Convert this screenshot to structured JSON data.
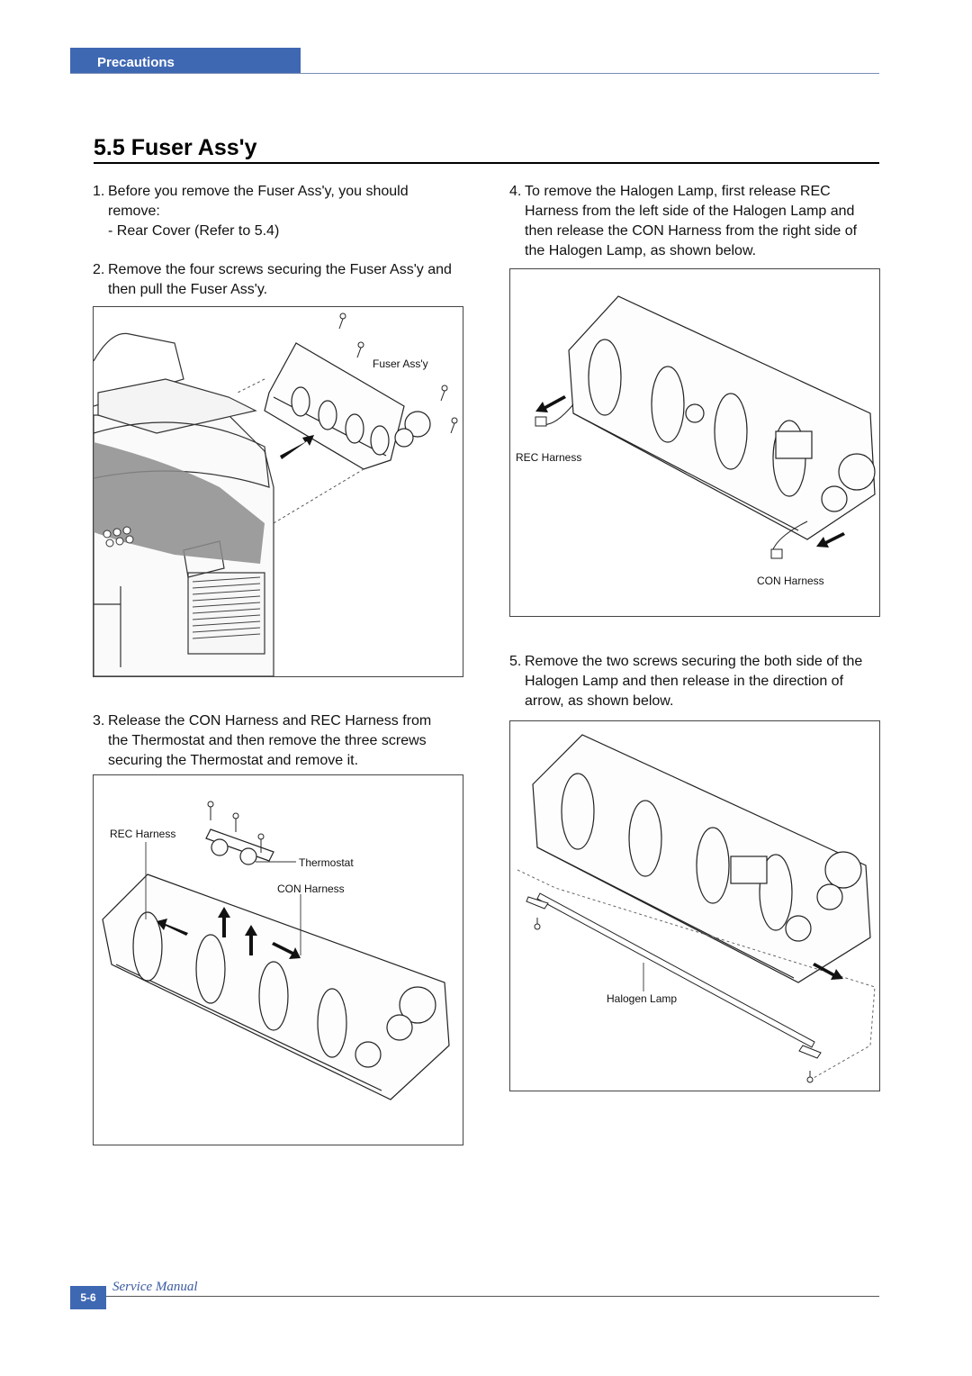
{
  "header": {
    "section": "Precautions"
  },
  "title": "5.5 Fuser Ass'y",
  "steps": {
    "s1": {
      "num": "1.",
      "line1": "Before you remove the Fuser  Ass'y, you should",
      "line2": "remove:",
      "line3": "- Rear Cover (Refer to 5.4)"
    },
    "s2": {
      "num": "2.",
      "line1": "Remove the four screws securing the Fuser  Ass'y and",
      "line2": "then pull the Fuser Ass'y."
    },
    "s3": {
      "num": "3.",
      "line1": "Release the CON Harness and REC Harness from",
      "line2": "the Thermostat and then remove the three screws",
      "line3": "securing the Thermostat and remove it."
    },
    "s4": {
      "num": "4.",
      "line1": "To remove the Halogen Lamp, first release REC",
      "line2": "Harness from the left side of the Halogen Lamp and",
      "line3": "then release the CON Harness from the right side of",
      "line4": "the Halogen Lamp, as shown below."
    },
    "s5": {
      "num": "5.",
      "line1": "Remove the two screws securing the both side of the",
      "line2": "Halogen Lamp and then release in the direction of",
      "line3": "arrow, as shown below."
    }
  },
  "figures": {
    "fig1": {
      "label_fuser": "Fuser Ass'y"
    },
    "fig2": {
      "label_rec": "REC Harness",
      "label_con": "CON Harness"
    },
    "fig3": {
      "label_rec": "REC Harness",
      "label_thermo": "Thermostat",
      "label_con": "CON Harness"
    },
    "fig4": {
      "label_lamp": "Halogen Lamp"
    }
  },
  "footer": {
    "page": "5-6",
    "manual": "Service Manual"
  }
}
